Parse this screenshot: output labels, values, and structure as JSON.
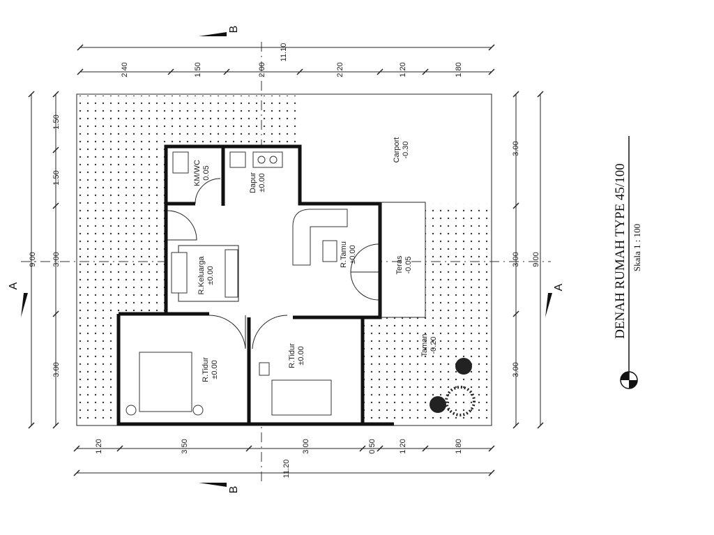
{
  "title": "DENAH RUMAH TYPE 45/100",
  "scale": "Skala 1 : 100",
  "section_markers": {
    "a": "A",
    "b": "B"
  },
  "rooms": {
    "carport": {
      "name": "Carport",
      "level": "-0.30"
    },
    "kmwc": {
      "name": "KM/WC",
      "level": "0.05"
    },
    "dapur": {
      "name": "Dapur",
      "level": "±0.00"
    },
    "keluarga": {
      "name": "R.Keluarga",
      "level": "±0.00"
    },
    "tamu": {
      "name": "R.Tamu",
      "level": "±0.00"
    },
    "teras": {
      "name": "Teras",
      "level": "-0.05"
    },
    "taman": {
      "name": "Taman",
      "level": "-0.20"
    },
    "tidur1": {
      "name": "R.Tidur",
      "level": "±0.00"
    },
    "tidur2": {
      "name": "R.Tidur",
      "level": "±0.00"
    }
  },
  "dimensions": {
    "top_total": "11.10",
    "top": [
      "2.40",
      "1.50",
      "2.00",
      "2.20",
      "1.20",
      "1.80"
    ],
    "bottom_total": "11.20",
    "bottom": [
      "1.20",
      "3.50",
      "3.00",
      "0.50",
      "1.20",
      "1.80"
    ],
    "left_total": "9.00",
    "left": [
      "1.50",
      "1.50",
      "3.00",
      "3.00"
    ],
    "right_total": "9.00",
    "right": [
      "3.00",
      "3.00",
      "3.00"
    ]
  }
}
